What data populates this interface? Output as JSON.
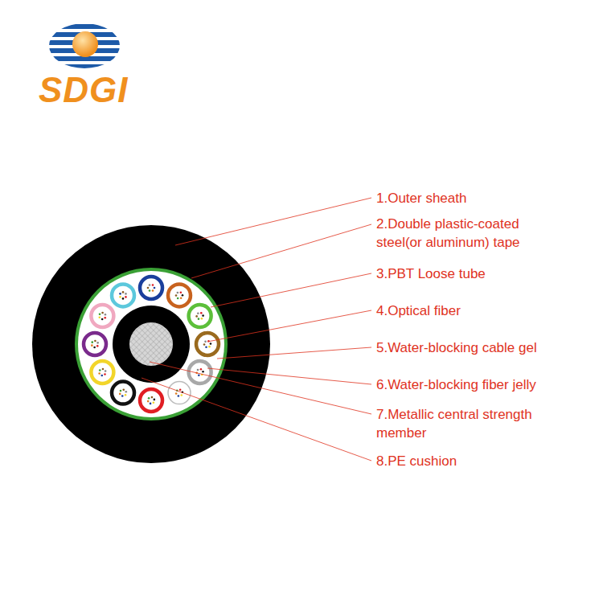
{
  "diagram": {
    "labels": [
      "SDGI",
      "1.Outer sheath",
      "2.Double plastic-coated steel(or aluminum) tape",
      "3.PBT Loose tube",
      "4.Optical fiber",
      "5.Water-blocking cable gel",
      "6.Water-blocking fiber jelly",
      "7.Metallic central strength member",
      "8.PE cushion"
    ]
  }
}
